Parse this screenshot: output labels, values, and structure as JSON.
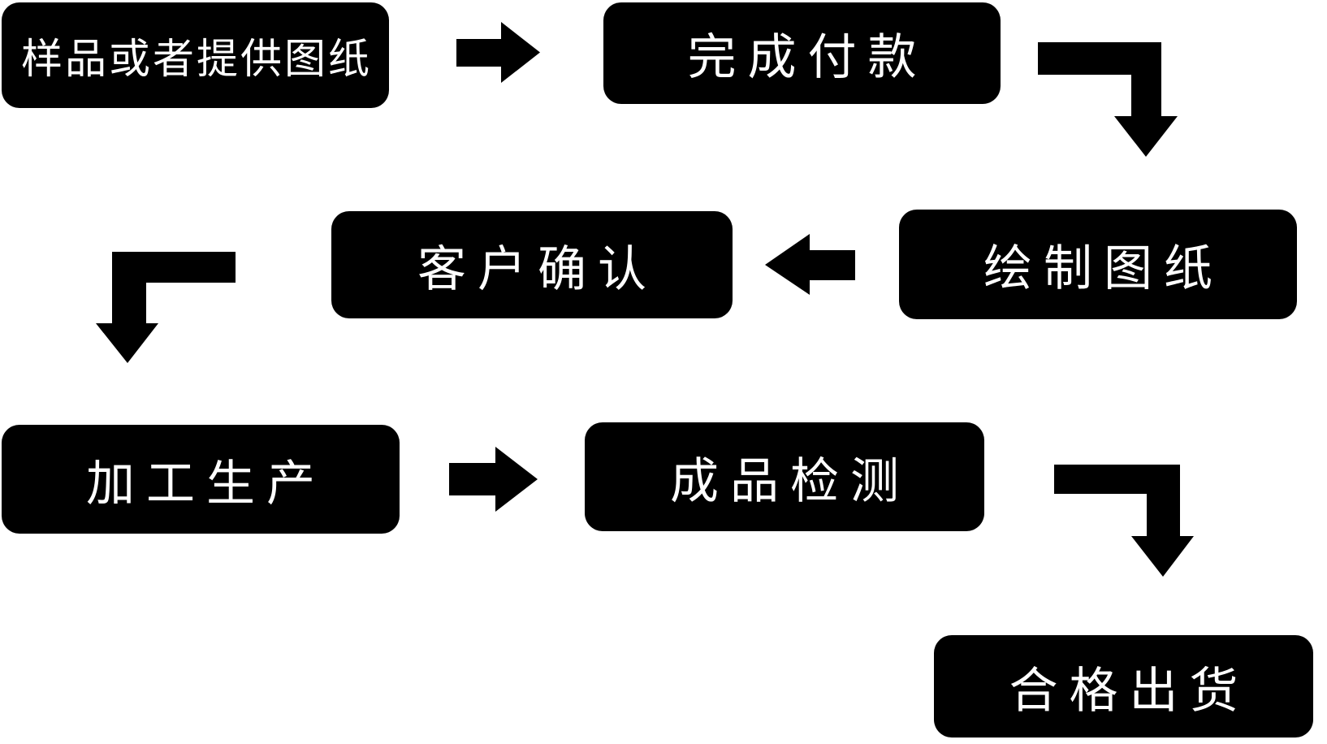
{
  "diagram": {
    "type": "flowchart",
    "colors": {
      "background": "#ffffff",
      "node_fill": "#000000",
      "node_text": "#ffffff"
    },
    "steps": [
      {
        "label": "样品或者提供图纸"
      },
      {
        "label": "完成付款"
      },
      {
        "label": "绘制图纸"
      },
      {
        "label": "客户确认"
      },
      {
        "label": "加工生产"
      },
      {
        "label": "成品检测"
      },
      {
        "label": "合格出货"
      }
    ],
    "connections": [
      {
        "from": "样品或者提供图纸",
        "to": "完成付款",
        "shape": "right-arrow"
      },
      {
        "from": "完成付款",
        "to": "绘制图纸",
        "shape": "elbow-right-down-arrow"
      },
      {
        "from": "绘制图纸",
        "to": "客户确认",
        "shape": "left-arrow"
      },
      {
        "from": "客户确认",
        "to": "加工生产",
        "shape": "elbow-left-down-arrow"
      },
      {
        "from": "加工生产",
        "to": "成品检测",
        "shape": "right-arrow"
      },
      {
        "from": "成品检测",
        "to": "合格出货",
        "shape": "elbow-right-down-arrow"
      }
    ]
  }
}
